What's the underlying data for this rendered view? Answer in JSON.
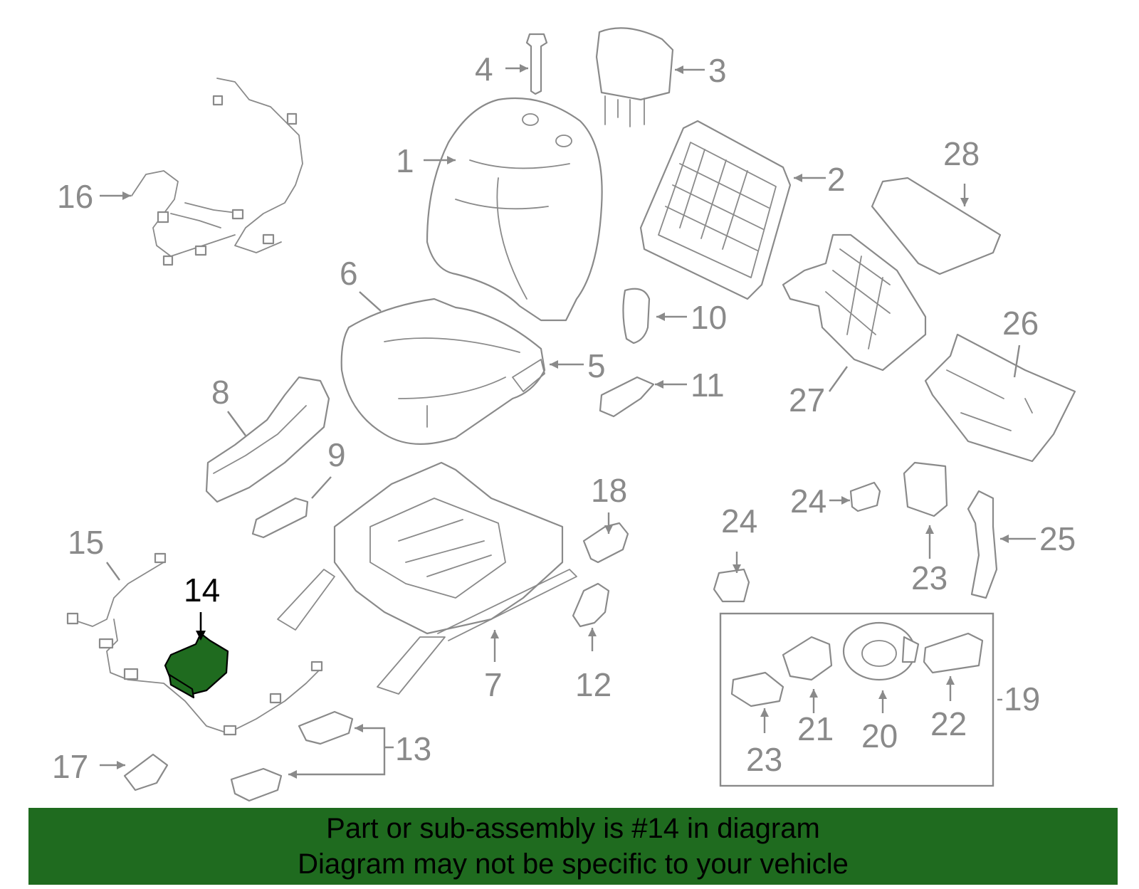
{
  "highlight_color": "#1f6b1f",
  "line_color": "#8a8a8a",
  "highlighted_part": "14",
  "callouts": {
    "c1": "1",
    "c2": "2",
    "c3": "3",
    "c4": "4",
    "c5": "5",
    "c6": "6",
    "c7": "7",
    "c8": "8",
    "c9": "9",
    "c10": "10",
    "c11": "11",
    "c12": "12",
    "c13": "13",
    "c14": "14",
    "c15": "15",
    "c16": "16",
    "c17": "17",
    "c18": "18",
    "c19": "19",
    "c20": "20",
    "c21": "21",
    "c22": "22",
    "c23a": "23",
    "c23b": "23",
    "c24a": "24",
    "c24b": "24",
    "c25": "25",
    "c26": "26",
    "c27": "27",
    "c28": "28"
  },
  "footer": {
    "line1": "Part or sub-assembly is #14 in diagram",
    "line2": "Diagram may not be specific to your vehicle"
  }
}
